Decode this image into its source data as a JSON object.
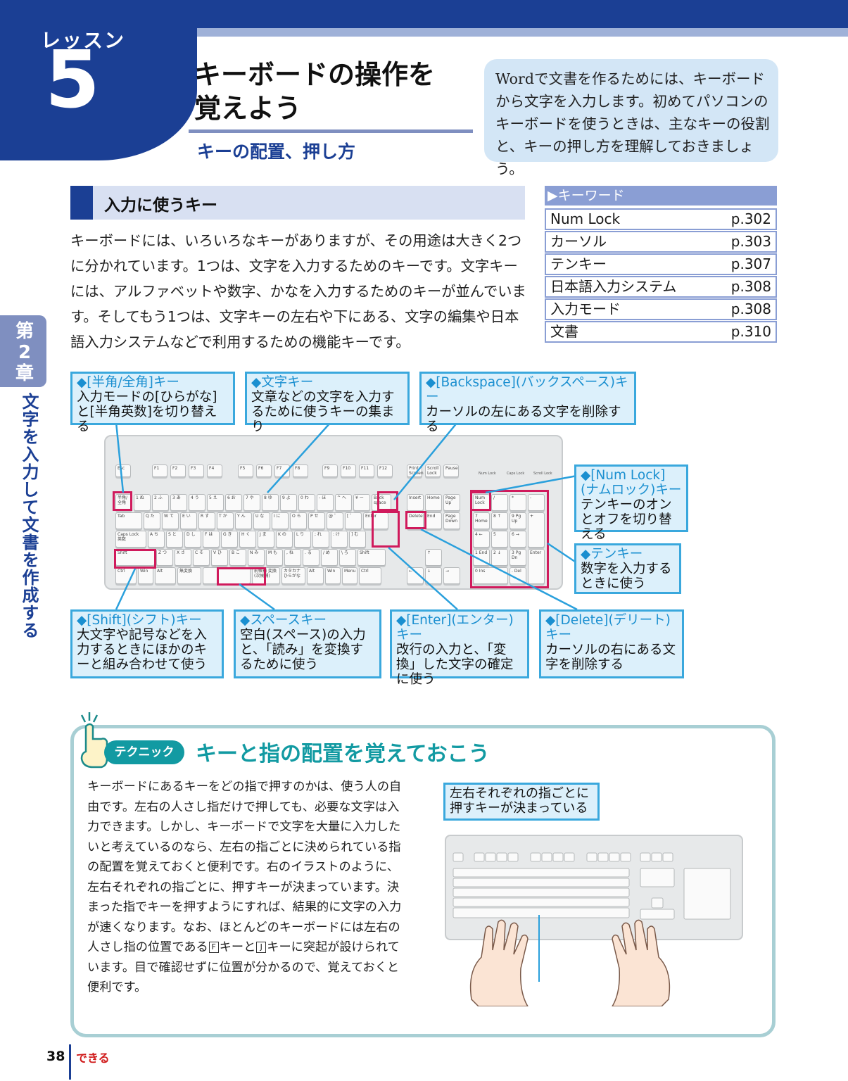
{
  "header": {
    "lesson_word": "レッスン",
    "lesson_number": "5",
    "title_line1": "キーボードの操作を",
    "title_line2": "覚えよう",
    "subtitle": "キーの配置、押し方",
    "intro": "Wordで文書を作るためには、キーボードから文字を入力します。初めてパソコンのキーボードを使うときは、主なキーの役割と、キーの押し方を理解しておきましょう。"
  },
  "section": {
    "heading": "入力に使うキー",
    "body": "キーボードには、いろいろなキーがありますが、その用途は大きく2つに分かれています。1つは、文字を入力するためのキーです。文字キーには、アルファベットや数字、かなを入力するためのキーが並んでいます。そしてもう1つは、文字キーの左右や下にある、文字の編集や日本語入力システムなどで利用するための機能キーです。"
  },
  "keywords": {
    "header": "▶キーワード",
    "items": [
      {
        "term": "Num Lock",
        "page": "p.302"
      },
      {
        "term": "カーソル",
        "page": "p.303"
      },
      {
        "term": "テンキー",
        "page": "p.307"
      },
      {
        "term": "日本語入力システム",
        "page": "p.308"
      },
      {
        "term": "入力モード",
        "page": "p.308"
      },
      {
        "term": "文書",
        "page": "p.310"
      }
    ]
  },
  "sidebar": {
    "chapter": [
      "第",
      "2",
      "章"
    ],
    "label": "文字を入力して文書を作成する"
  },
  "callouts": {
    "hankaku": {
      "head": "◆[半角/全角]キー",
      "body": "入力モードの[ひらがな]と[半角英数]を切り替える"
    },
    "moji": {
      "head": "◆文字キー",
      "body": "文章などの文字を入力するために使うキーの集まり"
    },
    "backspace": {
      "head": "◆[Backspace](バックスペース)キー",
      "body": "カーソルの左にある文字を削除する"
    },
    "numlock": {
      "head": "◆[Num Lock](ナムロック)キー",
      "body": "テンキーのオンとオフを切り替える"
    },
    "tenkey": {
      "head": "◆テンキー",
      "body": "数字を入力するときに使う"
    },
    "shift": {
      "head": "◆[Shift](シフト)キー",
      "body": "大文字や記号などを入力するときにほかのキーと組み合わせて使う"
    },
    "space": {
      "head": "◆スペースキー",
      "body": "空白(スペース)の入力と、「読み」を変換するために使う"
    },
    "enter": {
      "head": "◆[Enter](エンター)キー",
      "body": "改行の入力と、「変換」した文字の確定に使う"
    },
    "delete": {
      "head": "◆[Delete](デリート)キー",
      "body": "カーソルの右にある文字を削除する"
    }
  },
  "keyboard": {
    "fn_row": [
      "Esc",
      "F1",
      "F2",
      "F3",
      "F4",
      "F5",
      "F6",
      "F7",
      "F8",
      "F9",
      "F10",
      "F11",
      "F12",
      "Print Screen",
      "Scroll Lock",
      "Pause"
    ],
    "indicators": [
      "Num Lock",
      "Caps Lock",
      "Scroll Lock"
    ],
    "row1": [
      "半角/全角",
      "1 ぬ",
      "2 ふ",
      "3 あ",
      "4 う",
      "5 え",
      "6 お",
      "7 や",
      "8 ゆ",
      "9 よ",
      "0 わ",
      "- ほ",
      "^ へ",
      "¥ ー",
      "Back space"
    ],
    "row2": [
      "Tab",
      "Q た",
      "W て",
      "E い",
      "R す",
      "T か",
      "Y ん",
      "U な",
      "I に",
      "O ら",
      "P せ",
      "@ ゛",
      "[ ゜",
      "Enter"
    ],
    "row3": [
      "Caps Lock 英数",
      "A ち",
      "S と",
      "D し",
      "F は",
      "G き",
      "H く",
      "J ま",
      "K の",
      "L り",
      "; れ",
      ": け",
      "] む"
    ],
    "row4": [
      "Shift",
      "Z つ",
      "X さ",
      "C そ",
      "V ひ",
      "B こ",
      "N み",
      "M も",
      ", ね",
      ". る",
      "/ め",
      "\\ ろ",
      "Shift"
    ],
    "row5": [
      "Ctrl",
      "Win",
      "Alt",
      "無変換",
      "",
      "前候補 変換(次候補)",
      "カタカナ ひらがな",
      "Alt",
      "Win",
      "Menu",
      "Ctrl"
    ],
    "nav": [
      "Insert",
      "Home",
      "Page Up",
      "Delete",
      "End",
      "Page Down",
      "↑",
      "←",
      "↓",
      "→"
    ],
    "numpad": [
      "Num Lock",
      "/",
      "*",
      "-",
      "7 Home",
      "8 ↑",
      "9 Pg Up",
      "+",
      "4 ←",
      "5",
      "6 →",
      "1 End",
      "2 ↓",
      "3 Pg Dn",
      "Enter",
      "0 Ins",
      ". Del"
    ]
  },
  "technique": {
    "badge": "テクニック",
    "title": "キーと指の配置を覚えておこう",
    "body_part1": "キーボードにあるキーをどの指で押すのかは、使う人の自由です。左右の人さし指だけで押しても、必要な文字は入力できます。しかし、キーボードで文字を大量に入力したいと考えているのなら、左右の指ごとに決められている指の配置を覚えておくと便利です。右のイラストのように、左右それぞれの指ごとに、押すキーが決まっています。決まった指でキーを押すようにすれば、結果的に文字の入力が速くなります。なお、ほとんどのキーボードには左右の人さし指の位置である",
    "key_f": "F",
    "body_part2": "キーと",
    "key_j": "J",
    "body_part3": "キーに突起が設けられています。目で確認せずに位置が分かるので、覚えておくと便利です。",
    "illus_label": "左右それぞれの指ごとに押すキーが決まっている"
  },
  "footer": {
    "page": "38",
    "logo": "できる"
  }
}
